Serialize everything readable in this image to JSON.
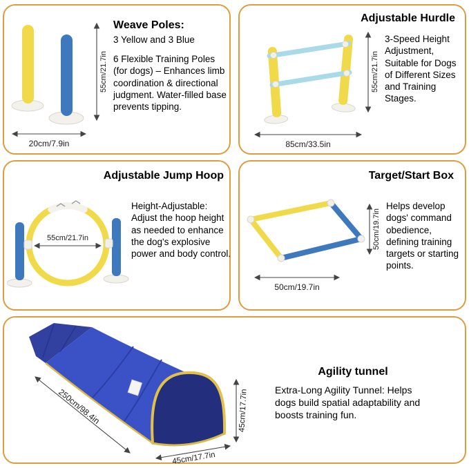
{
  "colors": {
    "border": "#DE9C3E",
    "pole_yellow": "#F0DA4A",
    "pole_blue": "#3E79BD",
    "bar_light_blue": "#A9DAEA",
    "base_white": "#F3F1EC",
    "tunnel_blue": "#3B52C6",
    "tunnel_dark": "#232F7C",
    "tunnel_tail": "#3240A0",
    "tunnel_trim_yellow": "#E3BF4B"
  },
  "panels": {
    "weave_poles": {
      "title": "Weave Poles:",
      "subtitle": "3 Yellow and 3 Blue",
      "description": "6 Flexible Training Poles (for dogs) – Enhances limb coordination & directional judgment. Water-filled base prevents tipping.",
      "height_label": "55cm/21.7in",
      "width_label": "20cm/7.9in"
    },
    "hurdle": {
      "title": "Adjustable Hurdle",
      "description": "3-Speed Height Adjustment, Suitable for Dogs of Different Sizes and Training Stages.",
      "height_label": "55cm/21.7in",
      "width_label": "85cm/33.5in"
    },
    "jump_hoop": {
      "title": "Adjustable Jump Hoop",
      "description": "Height-Adjustable: Adjust the hoop height as needed to enhance the dog's explosive power and body control.",
      "diameter_label": "55cm/21.7in"
    },
    "target_box": {
      "title": "Target/Start Box",
      "description": "Helps develop dogs' command obedience, defining training targets or starting points.",
      "side_label": "50cm/19.7in",
      "bottom_label": "50cm/19.7in"
    },
    "tunnel": {
      "title": "Agility tunnel",
      "description": "Extra-Long Agility Tunnel: Helps dogs build spatial adaptability and boosts training fun.",
      "length_label": "250cm/98.4in",
      "width_label": "45cm/17.7in",
      "height_label": "45cm/17.7in"
    }
  }
}
